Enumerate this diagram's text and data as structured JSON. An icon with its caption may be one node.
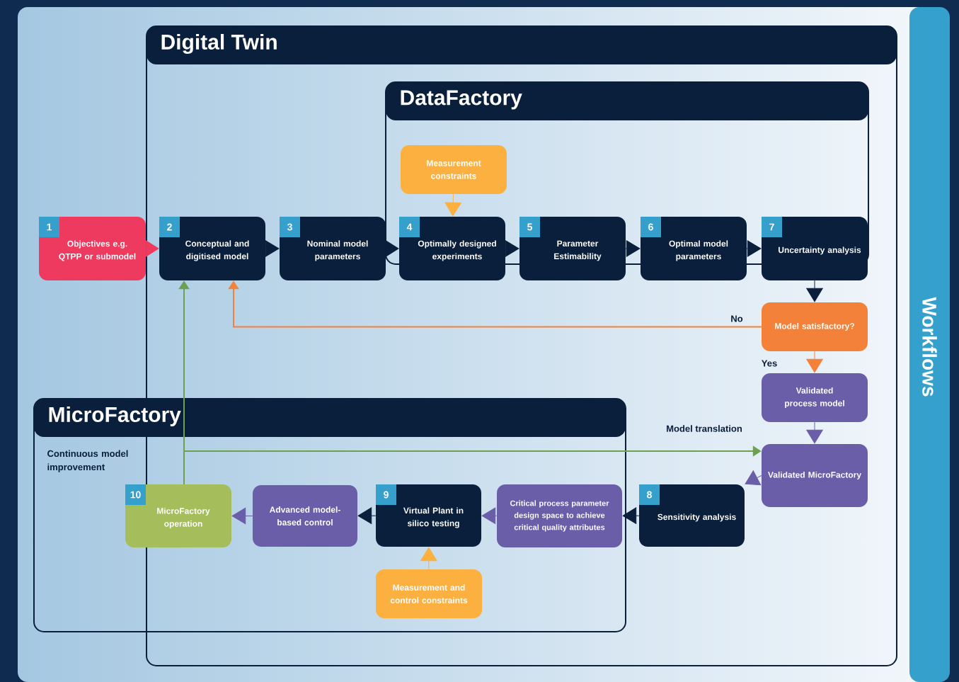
{
  "diagram": {
    "nodes": [
      {
        "text": [
          "Workflows"
        ]
      },
      {
        "text": [
          "Digital Twin"
        ]
      },
      {
        "text": [
          "DataFactory"
        ],
        "in": 1
      },
      {
        "text": [
          "MicroFactory"
        ]
      },
      {
        "text": [
          "1",
          "Objectives e.g. QTPP or submodel"
        ]
      },
      {
        "text": [
          "2",
          "Conceptual and digitised model"
        ],
        "in": 1
      },
      {
        "text": [
          "3",
          "Nominal model parameters"
        ],
        "in": 1
      },
      {
        "text": [
          "Measurement constraints"
        ],
        "in": 2
      },
      {
        "text": [
          "4",
          "Optimally designed experiments"
        ],
        "in": 1
      },
      {
        "text": [
          "5",
          "Parameter Estimability"
        ],
        "in": 1
      },
      {
        "text": [
          "6",
          "Optimal model parameters"
        ],
        "in": 1
      },
      {
        "text": [
          "7",
          "Uncertainty analysis"
        ],
        "in": 1
      },
      {
        "text": [
          "Model satisfactory?"
        ],
        "in": 1
      },
      {
        "text": [
          "Validated process model"
        ],
        "in": 1
      },
      {
        "text": [
          "Validated MicroFactory"
        ],
        "in": 1
      },
      {
        "text": [
          "8",
          "Sensitivity analysis"
        ],
        "in": 1
      },
      {
        "text": [
          "Critical process parameter design space to achieve critical quality attributes"
        ],
        "in": 3
      },
      {
        "text": [
          "9",
          "Virtual Plant in silico testing"
        ],
        "in": 3
      },
      {
        "text": [
          "Advanced model-based control"
        ],
        "in": 3
      },
      {
        "text": [
          "10",
          "MicroFactory operation"
        ],
        "in": 3
      },
      {
        "text": [
          "Measurement and control constraints"
        ],
        "in": 3
      }
    ],
    "edges": [
      {
        "from": 4,
        "to": 5,
        "arrow": "to",
        "color": "#ee3a5e"
      },
      {
        "from": 5,
        "to": 6,
        "arrow": "to"
      },
      {
        "from": 6,
        "to": 8,
        "arrow": "to"
      },
      {
        "from": 7,
        "to": 8,
        "arrow": "to",
        "color": "#fbb040"
      },
      {
        "from": 8,
        "to": 9,
        "arrow": "to"
      },
      {
        "from": 9,
        "to": 10,
        "arrow": "to"
      },
      {
        "from": 10,
        "to": 11,
        "arrow": "to"
      },
      {
        "from": 11,
        "to": 12,
        "arrow": "to"
      },
      {
        "from": 12,
        "to": 13,
        "arrow": "to",
        "label": "Yes",
        "color": "#f4813a"
      },
      {
        "from": 12,
        "to": 5,
        "arrow": "to",
        "label": "No",
        "color": "#f4813a"
      },
      {
        "from": 13,
        "to": 14,
        "arrow": "to",
        "color": "#6a5ea8"
      },
      {
        "from": 14,
        "to": 15,
        "arrow": "to",
        "color": "#6a5ea8"
      },
      {
        "from": 15,
        "to": 16,
        "arrow": "to"
      },
      {
        "from": 16,
        "to": 17,
        "arrow": "to",
        "color": "#6a5ea8"
      },
      {
        "from": 17,
        "to": 18,
        "arrow": "to"
      },
      {
        "from": 18,
        "to": 19,
        "arrow": "to",
        "color": "#6a5ea8"
      },
      {
        "from": 20,
        "to": 17,
        "arrow": "to",
        "color": "#fbb040"
      },
      {
        "from": 19,
        "to": 5,
        "arrow": "to",
        "color": "#6ba150"
      },
      {
        "from": 19,
        "to": 14,
        "arrow": "to",
        "label": "Model translation",
        "color": "#6ba150"
      }
    ],
    "labels": [
      "Continuous model improvement"
    ]
  }
}
